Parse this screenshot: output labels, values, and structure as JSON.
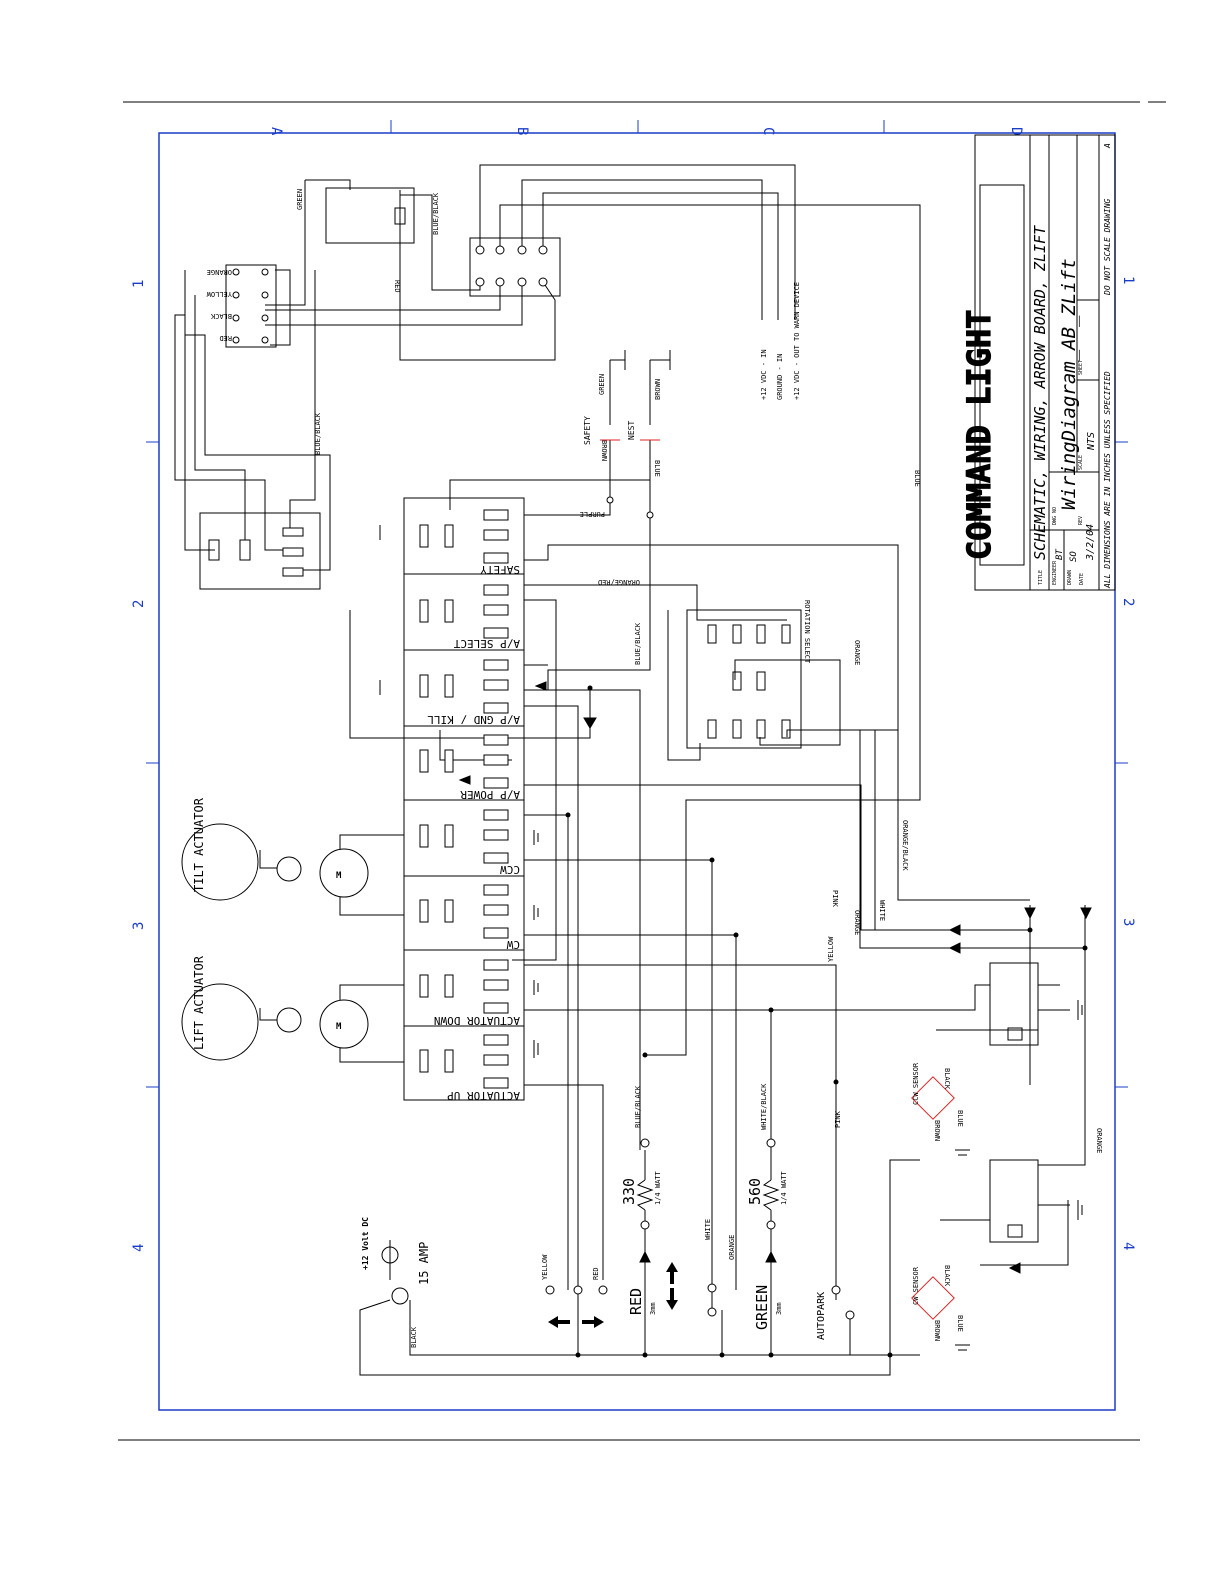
{
  "border": {
    "columns": [
      "A",
      "B",
      "C",
      "D"
    ],
    "rows": [
      "1",
      "2",
      "3",
      "4"
    ]
  },
  "title_block": {
    "logo_text": "COMMAND LIGHT",
    "title_label": "TITLE",
    "title": "SCHEMATIC, WIRING, ARROW BOARD, ZLIFT",
    "engineer_label": "ENGINEER",
    "engineer": "BT",
    "drawn_label": "DRAWN",
    "drawn": "SO",
    "dwg_label": "DWG NO",
    "dwg": "WiringDiagram_AB_ZLift",
    "rev_label": "REV",
    "date_label": "DATE",
    "date": "3/2/04",
    "scale_label": "SCALE",
    "scale": "NTS",
    "sheet_label": "SHEET",
    "note": "ALL DIMENSIONS ARE IN INCHES UNLESS SPECIFIED",
    "note2": "DO NOT SCALE DRAWING",
    "sheet_letter": "A"
  },
  "relays": [
    "SAFETY",
    "A/P SELECT",
    "A/P GND / KILL",
    "A/P POWER",
    "CCW",
    "CW",
    "ACTUATOR DOWN",
    "ACTUATOR UP"
  ],
  "labels": {
    "rotation_select": "ROTATION SELECT",
    "tilt_actuator": "TILT ACTUATOR",
    "lift_actuator": "LIFT ACTUATOR",
    "motor": "M",
    "power_in": "+12 VDC - IN",
    "ground_in": "GROUND - IN",
    "warn_out": "+12 VDC - OUT TO WARN DEVICE",
    "safety": "SAFETY",
    "nest": "NEST",
    "ccw_sensor": "CCW SENSOR",
    "cw_sensor": "CW SENSOR",
    "supply": "+12 Volt DC",
    "fuse": "15 AMP",
    "r1": "330",
    "r1_watt": "1/4 WATT",
    "r2": "560",
    "r2_watt": "1/4 WATT",
    "led_red": "RED",
    "led_red_size": "3mm",
    "led_green": "GREEN",
    "led_green_size": "3mm",
    "autopark": "AUTOPARK"
  },
  "wires": {
    "orange": "ORANGE",
    "yellow": "YELLOW",
    "black": "BLACK",
    "red": "RED",
    "green": "GREEN",
    "blue_black": "BLUE/BLACK",
    "blue": "BLUE",
    "brown": "BROWN",
    "purple": "PURPLE",
    "orange_red": "ORANGE/RED",
    "orange_black": "ORANGE/BLACK",
    "white": "WHITE",
    "pink": "PINK",
    "white_black": "WHITE/BLACK"
  }
}
